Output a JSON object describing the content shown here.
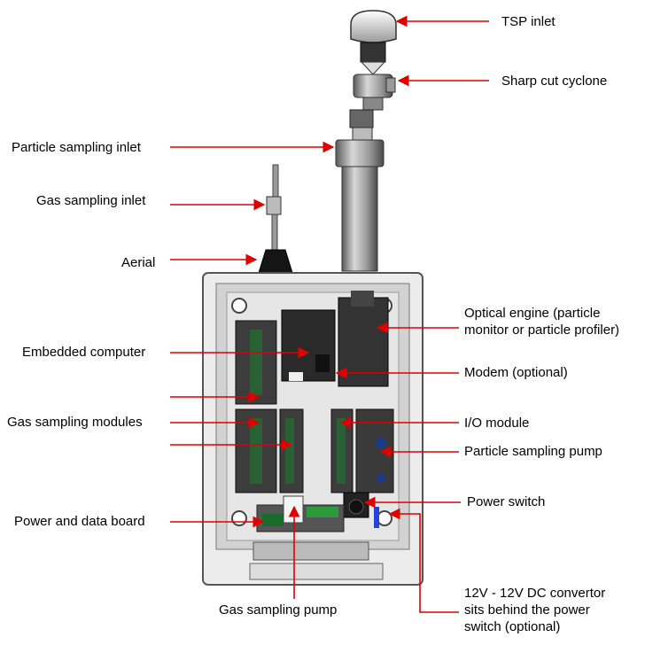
{
  "labels": {
    "tsp_inlet": "TSP inlet",
    "sharp_cut_cyclone": "Sharp cut cyclone",
    "particle_sampling_inlet": "Particle sampling inlet",
    "gas_sampling_inlet": "Gas sampling inlet",
    "aerial": "Aerial",
    "optical_engine_line1": "Optical engine (particle",
    "optical_engine_line2": "monitor or particle profiler)",
    "embedded_computer": "Embedded computer",
    "modem": "Modem (optional)",
    "gas_sampling_modules": "Gas sampling modules",
    "io_module": "I/O module",
    "particle_sampling_pump": "Particle sampling pump",
    "power_switch": "Power switch",
    "power_and_data_board": "Power and data board",
    "gas_sampling_pump": "Gas sampling pump",
    "dc_convertor_line1": "12V - 12V DC convertor",
    "dc_convertor_line2": "sits behind the power",
    "dc_convertor_line3": "switch (optional)"
  },
  "colors": {
    "arrow": "#e00000",
    "housing": "#6a6a6a",
    "panel": "#d2d2d2",
    "module": "#3c3c3c"
  }
}
